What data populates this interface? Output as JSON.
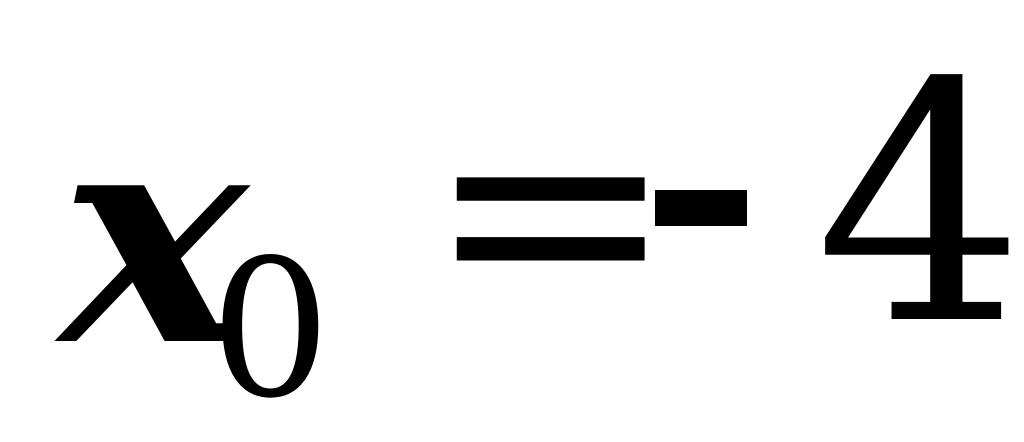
{
  "formula": {
    "variable": "x",
    "subscript": "0",
    "equals": "=",
    "minus": "-",
    "number": "4"
  },
  "colors": {
    "background": "#ffffff",
    "text": "#000000"
  }
}
